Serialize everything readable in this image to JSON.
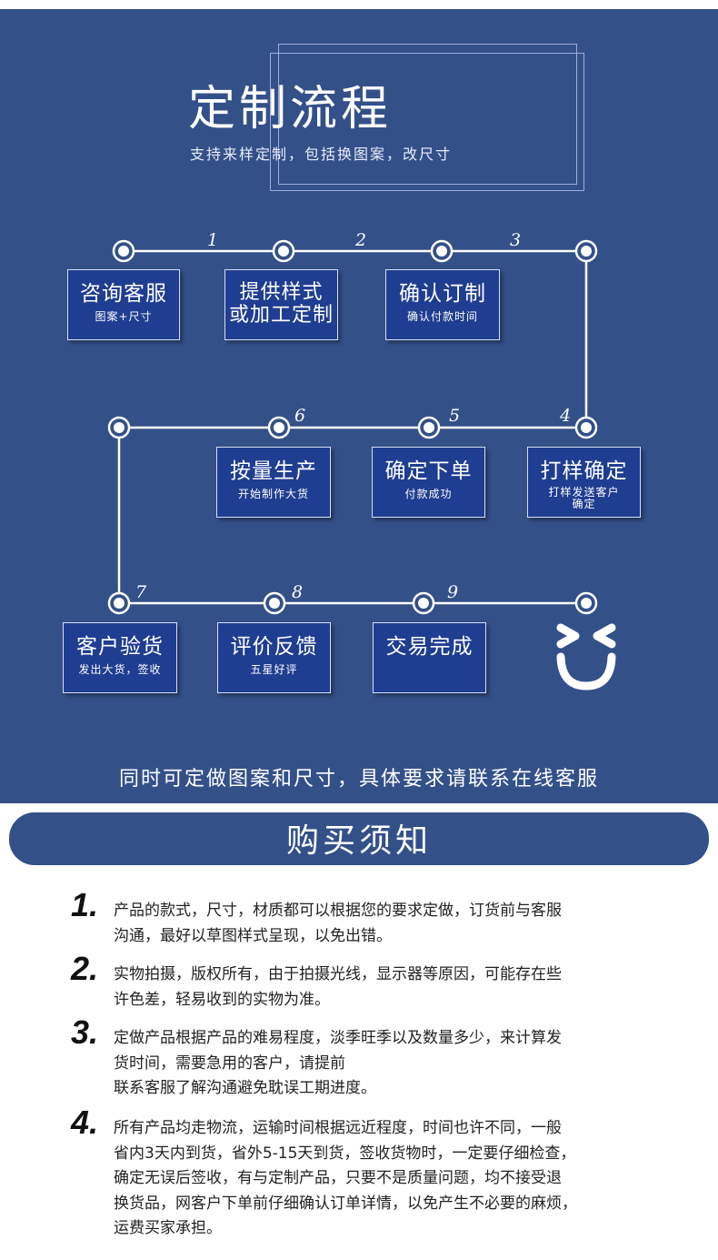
{
  "header": {
    "title": "定制流程",
    "subtitle": "支持来样定制，包括换图案，改尺寸"
  },
  "steps": [
    {
      "number": "1",
      "title": "咨询客服",
      "subtitle": "图案+尺寸"
    },
    {
      "number": "2",
      "title_lines": [
        "提供样式",
        "或加工定制"
      ]
    },
    {
      "number": "3",
      "title": "确认订制",
      "subtitle": "确认付款时间"
    },
    {
      "number": "4",
      "title": "打样确定",
      "subtitle_lines": [
        "打样发送客户",
        "确定"
      ]
    },
    {
      "number": "5",
      "title": "确定下单",
      "subtitle": "付款成功"
    },
    {
      "number": "6",
      "title": "按量生产",
      "subtitle": "开始制作大货"
    },
    {
      "number": "7",
      "title": "客户验货",
      "subtitle": "发出大货，签收"
    },
    {
      "number": "8",
      "title": "评价反馈",
      "subtitle": "五星好评"
    },
    {
      "number": "9",
      "title": "交易完成"
    }
  ],
  "smiley_icon": "smiley-face-icon",
  "footer_note": "同时可定做图案和尺寸，具体要求请联系在线客服",
  "notice": {
    "title": "购买须知",
    "items": [
      {
        "number": "1.",
        "lines": [
          "产品的款式，尺寸，材质都可以根据您的要求定做，订货前与客服",
          "沟通，最好以草图样式呈现，以免出错。"
        ]
      },
      {
        "number": "2.",
        "lines": [
          "实物拍摄，版权所有，由于拍摄光线，显示器等原因，可能存在些",
          "许色差，轻易收到的实物为准。"
        ]
      },
      {
        "number": "3.",
        "lines": [
          "定做产品根据产品的难易程度，淡季旺季以及数量多少，来计算发",
          "货时间，需要急用的客户，请提前",
          "联系客服了解沟通避免耽误工期进度。"
        ]
      },
      {
        "number": "4.",
        "lines": [
          "所有产品均走物流，运输时间根据远近程度，时间也许不同，一般",
          "省内3天内到货，省外5-15天到货，签收货物时，一定要仔细检查，",
          "确定无误后签收，有与定制产品，只要不是质量问题，均不接受退",
          "换货品，网客户下单前仔细确认订单详情，以免产生不必要的麻烦，",
          "运费买家承担。"
        ]
      }
    ]
  },
  "colors": {
    "panel_bg": "#335089",
    "node_bg": "#1f3d91",
    "line": "#ffffff",
    "text_dark": "#222222"
  }
}
